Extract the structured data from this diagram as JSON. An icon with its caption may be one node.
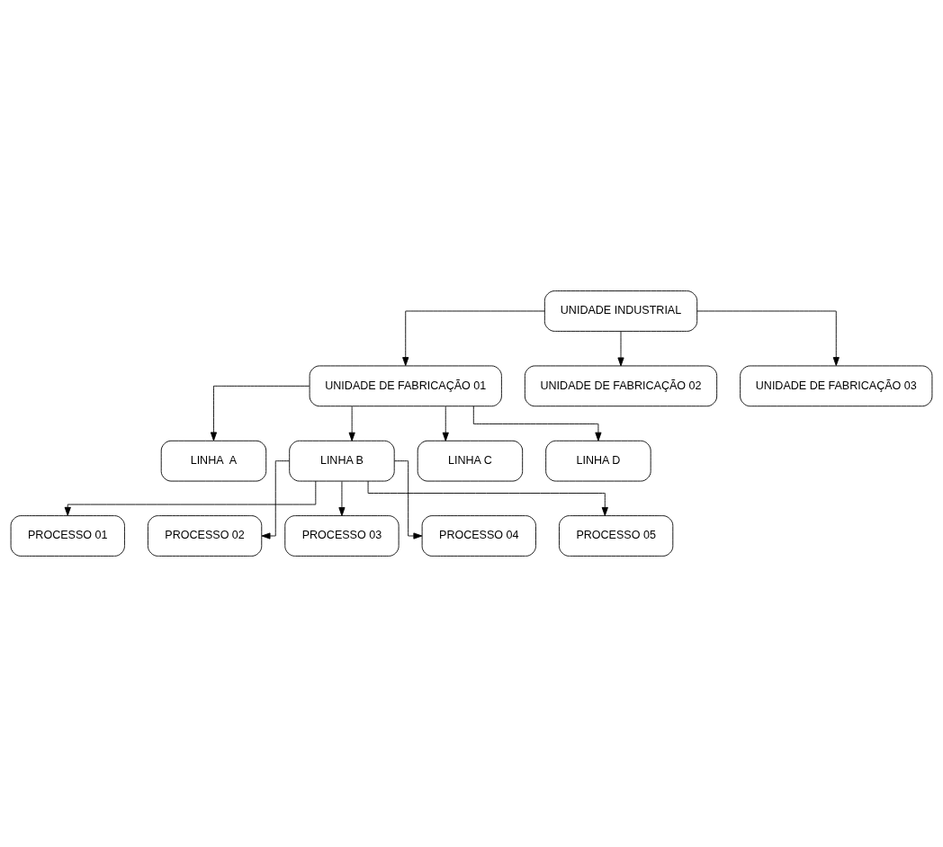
{
  "diagram": {
    "nodes": [
      {
        "text": [
          "UNIDADE INDUSTRIAL"
        ]
      },
      {
        "text": [
          "UNIDADE DE FABRICAÇÃO 01"
        ]
      },
      {
        "text": [
          "UNIDADE DE FABRICAÇÃO 02"
        ]
      },
      {
        "text": [
          "UNIDADE DE FABRICAÇÃO 03"
        ]
      },
      {
        "text": [
          "LINHA  A"
        ]
      },
      {
        "text": [
          "LINHA B"
        ]
      },
      {
        "text": [
          "LINHA C"
        ]
      },
      {
        "text": [
          "LINHA D"
        ]
      },
      {
        "text": [
          "PROCESSO 01"
        ]
      },
      {
        "text": [
          "PROCESSO 02"
        ]
      },
      {
        "text": [
          "PROCESSO 03"
        ]
      },
      {
        "text": [
          "PROCESSO 04"
        ]
      },
      {
        "text": [
          "PROCESSO 05"
        ]
      }
    ],
    "edges": [
      {
        "from": 0,
        "to": 1,
        "arrow": "to"
      },
      {
        "from": 0,
        "to": 2,
        "arrow": "to"
      },
      {
        "from": 0,
        "to": 3,
        "arrow": "to"
      },
      {
        "from": 1,
        "to": 4,
        "arrow": "to"
      },
      {
        "from": 1,
        "to": 5,
        "arrow": "to"
      },
      {
        "from": 1,
        "to": 6,
        "arrow": "to"
      },
      {
        "from": 1,
        "to": 7,
        "arrow": "to"
      },
      {
        "from": 5,
        "to": 8,
        "arrow": "to"
      },
      {
        "from": 5,
        "to": 9,
        "arrow": "to"
      },
      {
        "from": 5,
        "to": 10,
        "arrow": "to"
      },
      {
        "from": 5,
        "to": 11,
        "arrow": "to"
      },
      {
        "from": 5,
        "to": 12,
        "arrow": "to"
      }
    ]
  }
}
